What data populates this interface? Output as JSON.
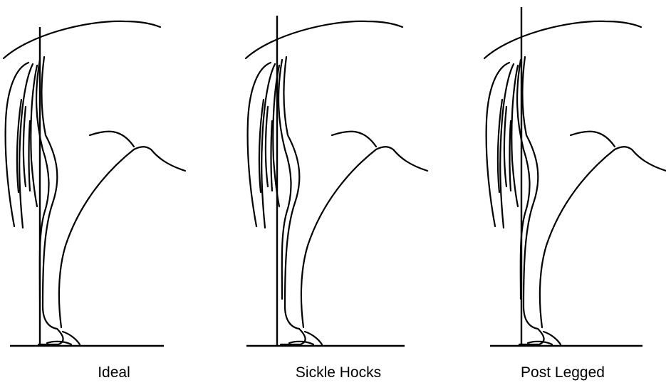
{
  "panels": [
    {
      "id": "ideal",
      "label": "Ideal"
    },
    {
      "id": "sickle-hocks",
      "label": "Sickle Hocks"
    },
    {
      "id": "post-legged",
      "label": "Post Legged"
    }
  ]
}
